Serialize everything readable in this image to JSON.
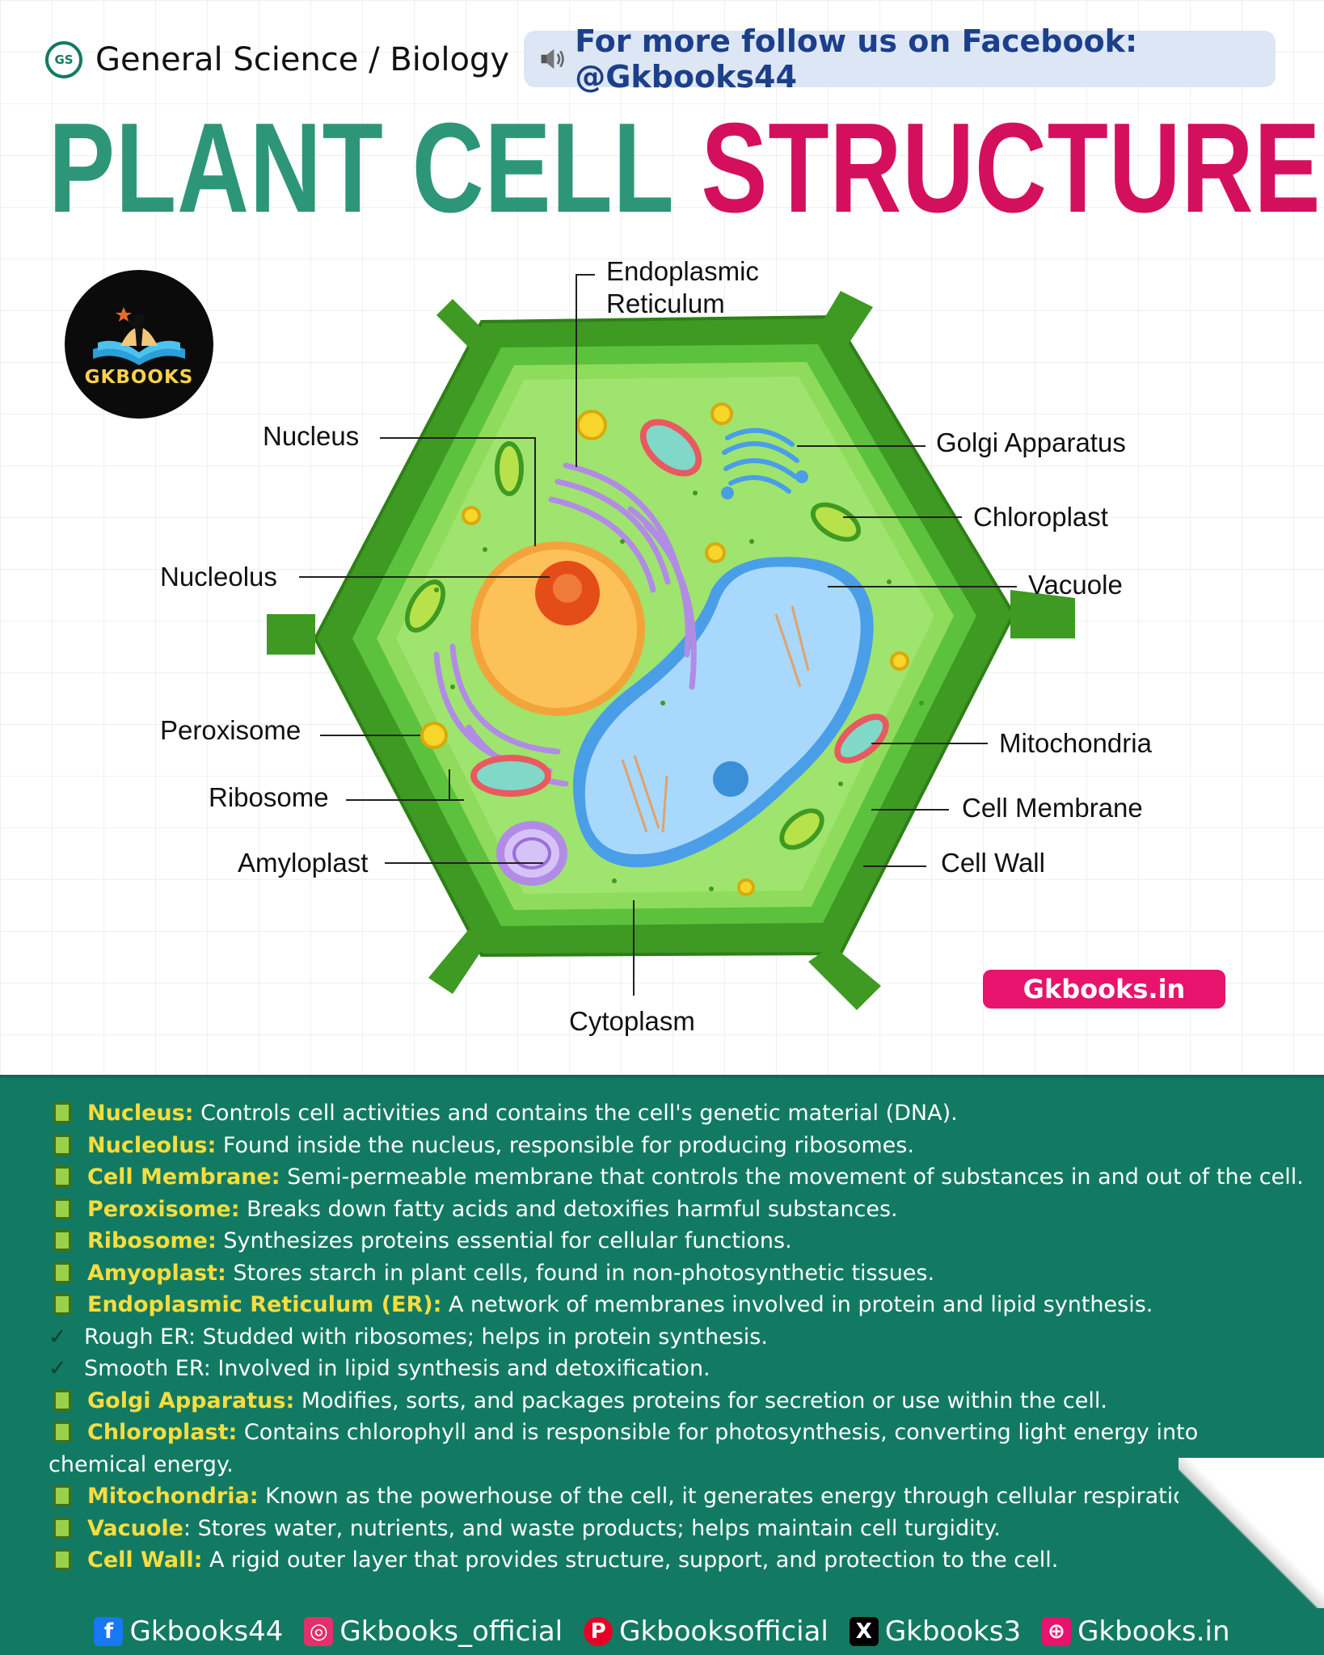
{
  "header": {
    "badge_text": "GS",
    "subject": "General Science / Biology",
    "follow_text": "For  more follow us on Facebook: @Gkbooks44",
    "title_part1": "PLANT CELL",
    "title_part2": "STRUCTURE"
  },
  "logo": {
    "text": "GKBOOKS"
  },
  "labels": {
    "endoplasmic_reticulum": [
      "Endoplasmic",
      "Reticulum"
    ],
    "nucleus": "Nucleus",
    "golgi_apparatus": "Golgi Apparatus",
    "chloroplast": "Chloroplast",
    "nucleolus": "Nucleolus",
    "vacuole": "Vacuole",
    "peroxisome": "Peroxisome",
    "mitochondria": "Mitochondria",
    "ribosome": "Ribosome",
    "cell_membrane": "Cell Membrane",
    "amyloplast": "Amyloplast",
    "cell_wall": "Cell Wall",
    "cytoplasm": "Cytoplasm"
  },
  "website_pill": "Gkbooks.in",
  "descriptions": [
    {
      "marker": "bullet",
      "term": "Nucleus:",
      "text": " Controls cell activities and contains the cell's genetic material (DNA)."
    },
    {
      "marker": "bullet",
      "term": "Nucleolus:",
      "text": " Found inside the nucleus, responsible for producing ribosomes."
    },
    {
      "marker": "bullet",
      "term": "Cell Membrane:",
      "text": " Semi-permeable membrane that controls the movement of substances in and out of the cell."
    },
    {
      "marker": "bullet",
      "term": "Peroxisome:",
      "text": " Breaks down fatty acids and detoxifies harmful substances."
    },
    {
      "marker": "bullet",
      "term": "Ribosome:",
      "text": " Synthesizes proteins essential for cellular functions."
    },
    {
      "marker": "bullet",
      "term": "Amyoplast:",
      "text": " Stores starch in plant cells, found in non-photosynthetic tissues."
    },
    {
      "marker": "bullet",
      "term": "Endoplasmic Reticulum (ER):",
      "text": " A network of membranes involved in protein and lipid synthesis."
    },
    {
      "marker": "check",
      "term": "",
      "text": "Rough ER: Studded with ribosomes; helps in protein synthesis."
    },
    {
      "marker": "check",
      "term": "",
      "text": "Smooth ER: Involved in lipid synthesis and detoxification."
    },
    {
      "marker": "bullet",
      "term": "Golgi Apparatus:",
      "text": " Modifies, sorts, and packages proteins for secretion or use within the cell."
    },
    {
      "marker": "bullet",
      "term": "Chloroplast:",
      "text": " Contains chlorophyll and is responsible for photosynthesis, converting light energy into chemical energy."
    },
    {
      "marker": "bullet",
      "term": "Mitochondria:",
      "text": " Known as the powerhouse of the cell, it generates energy through cellular respiration."
    },
    {
      "marker": "bullet",
      "term": "Vacuole",
      "text": ": Stores water, nutrients, and waste products; helps maintain cell turgidity."
    },
    {
      "marker": "bullet",
      "term": "Cell Wall:",
      "text": " A rigid outer layer that provides structure, support, and protection to the cell."
    }
  ],
  "footer": {
    "facebook": "Gkbooks44",
    "instagram": "Gkbooks_official",
    "pinterest": "Gkbooksofficial",
    "x": "Gkbooks3",
    "website": "Gkbooks.in"
  },
  "colors": {
    "title_green": "#2e9678",
    "title_pink": "#d4105e",
    "panel_green": "#127a62",
    "term_yellow": "#f7dd3f",
    "pill_pink": "#e8136c"
  }
}
